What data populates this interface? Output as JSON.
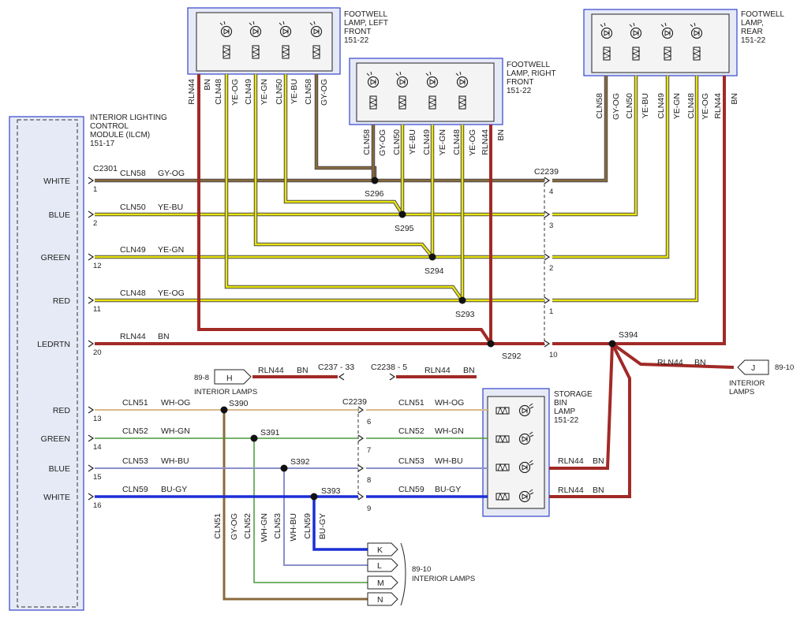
{
  "ilcm": {
    "title_lines": [
      "INTERIOR LIGHTING",
      "CONTROL",
      "MODULE (ILCM)",
      "151-17"
    ],
    "connector": "C2301"
  },
  "ilcm_pins": [
    {
      "label": "WHITE",
      "pin": "1"
    },
    {
      "label": "BLUE",
      "pin": "2"
    },
    {
      "label": "GREEN",
      "pin": "12"
    },
    {
      "label": "RED",
      "pin": "11"
    },
    {
      "label": "LEDRTN",
      "pin": "20"
    },
    {
      "label": "RED",
      "pin": "13"
    },
    {
      "label": "GREEN",
      "pin": "14"
    },
    {
      "label": "BLUE",
      "pin": "15"
    },
    {
      "label": "WHITE",
      "pin": "16"
    }
  ],
  "upper_circuits": [
    {
      "circuit": "CLN58",
      "color": "GY-OG",
      "c2239_pin": "4"
    },
    {
      "circuit": "CLN50",
      "color": "YE-BU",
      "c2239_pin": "3"
    },
    {
      "circuit": "CLN49",
      "color": "YE-GN",
      "c2239_pin": "2"
    },
    {
      "circuit": "CLN48",
      "color": "YE-OG",
      "c2239_pin": "1"
    },
    {
      "circuit": "RLN44",
      "color": "BN",
      "c2239_pin": "10"
    }
  ],
  "lower_circuits": [
    {
      "circuit": "CLN51",
      "color": "WH-OG",
      "c2239_pin": "6"
    },
    {
      "circuit": "CLN52",
      "color": "WH-GN",
      "c2239_pin": "7"
    },
    {
      "circuit": "CLN53",
      "color": "WH-BU",
      "c2239_pin": "8"
    },
    {
      "circuit": "CLN59",
      "color": "BU-GY",
      "c2239_pin": "9"
    }
  ],
  "lamps": {
    "left_front": {
      "title_lines": [
        "FOOTWELL",
        "LAMP, LEFT",
        "FRONT",
        "151-22"
      ],
      "wires": [
        {
          "c": "RLN44",
          "k": "BN"
        },
        {
          "c": "CLN48",
          "k": "YE-OG"
        },
        {
          "c": "CLN49",
          "k": "YE-GN"
        },
        {
          "c": "CLN50",
          "k": "YE-BU"
        },
        {
          "c": "CLN58",
          "k": "GY-OG"
        }
      ]
    },
    "right_front": {
      "title_lines": [
        "FOOTWELL",
        "LAMP, RIGHT",
        "FRONT",
        "151-22"
      ],
      "wires": [
        {
          "c": "CLN58",
          "k": "GY-OG"
        },
        {
          "c": "CLN50",
          "k": "YE-BU"
        },
        {
          "c": "CLN49",
          "k": "YE-GN"
        },
        {
          "c": "CLN48",
          "k": "YE-OG"
        },
        {
          "c": "RLN44",
          "k": "BN"
        }
      ]
    },
    "rear": {
      "title_lines": [
        "FOOTWELL",
        "LAMP,",
        "REAR",
        "151-22"
      ],
      "wires": [
        {
          "c": "CLN58",
          "k": "GY-OG"
        },
        {
          "c": "CLN50",
          "k": "YE-BU"
        },
        {
          "c": "CLN49",
          "k": "YE-GN"
        },
        {
          "c": "CLN48",
          "k": "YE-OG"
        },
        {
          "c": "RLN44",
          "k": "BN"
        }
      ]
    },
    "storage_bin": {
      "title_lines": [
        "STORAGE",
        "BIN",
        "LAMP",
        "151-22"
      ]
    }
  },
  "splices": {
    "s296": "S296",
    "s295": "S295",
    "s294": "S294",
    "s293": "S293",
    "s292": "S292",
    "s394": "S394",
    "s390": "S390",
    "s391": "S391",
    "s392": "S392",
    "s393": "S393"
  },
  "connectors": {
    "c2239_upper": "C2239",
    "c2239_lower": "C2239",
    "c237": "C237 - 33",
    "c2238": "C2238 - 5"
  },
  "mid_link": {
    "left": {
      "c": "RLN44",
      "k": "BN"
    },
    "right": {
      "c": "RLN44",
      "k": "BN"
    }
  },
  "ref_h": {
    "letter": "H",
    "ref": "89-8",
    "caption": "INTERIOR LAMPS"
  },
  "ref_j": {
    "letter": "J",
    "ref": "89-10",
    "caption_lines": [
      "INTERIOR",
      "LAMPS"
    ],
    "wire": {
      "c": "RLN44",
      "k": "BN"
    }
  },
  "storage_wires": [
    {
      "c": "RLN44",
      "k": "BN"
    },
    {
      "c": "RLN44",
      "k": "BN"
    }
  ],
  "bottom_vertical_labels": [
    "CLN51",
    "GY-OG",
    "CLN52",
    "WH-GN",
    "CLN53",
    "WH-BU",
    "CLN59",
    "BU-GY"
  ],
  "bottom_connectors": [
    "K",
    "L",
    "M",
    "N"
  ],
  "bottom_ref": {
    "ref": "89-10",
    "caption": "INTERIOR LAMPS"
  }
}
